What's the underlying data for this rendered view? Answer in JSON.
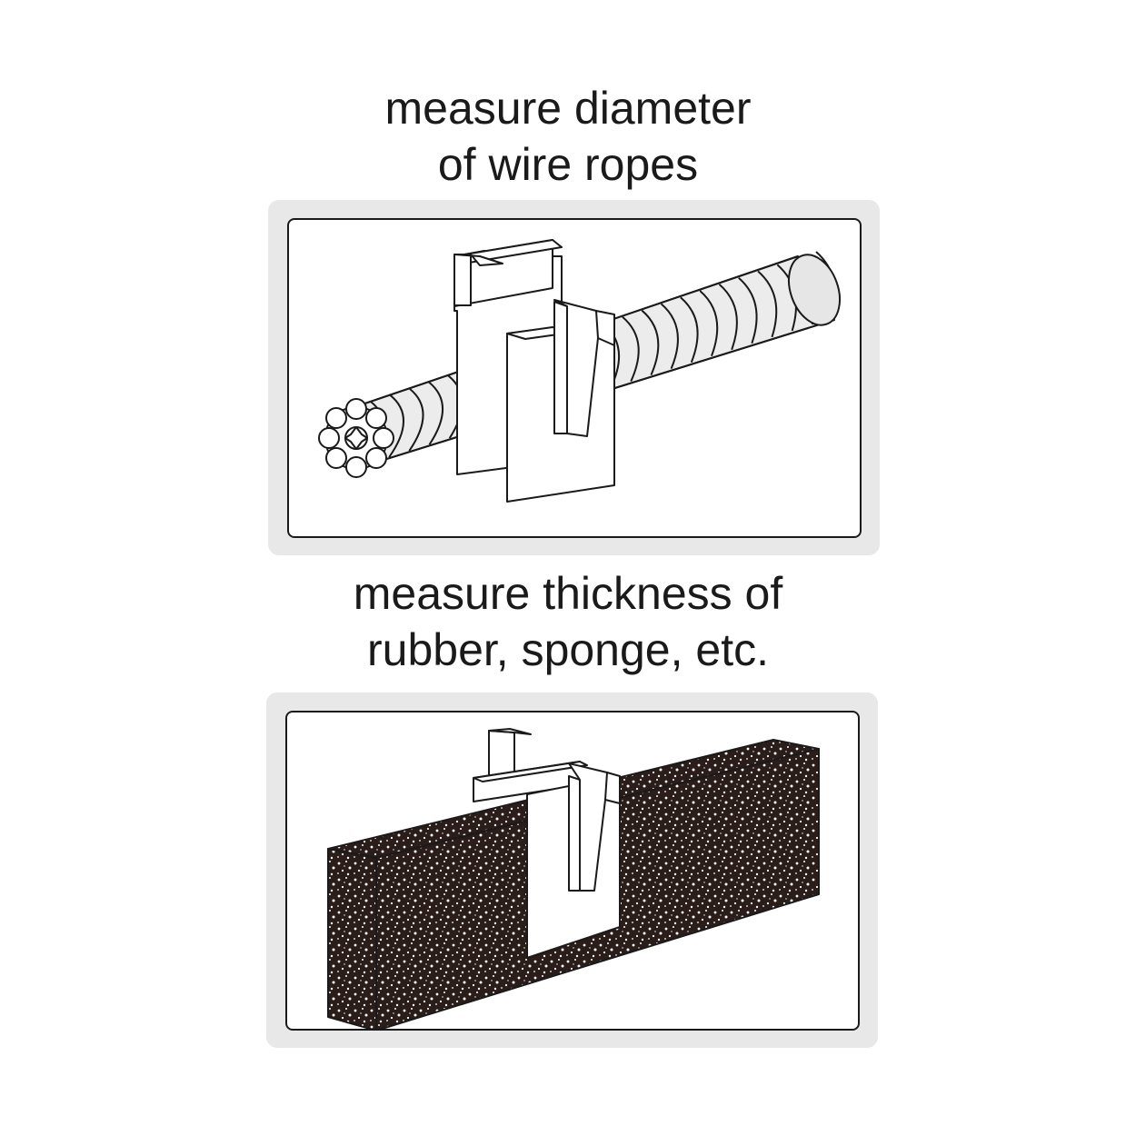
{
  "sections": [
    {
      "caption_lines": [
        "measure diameter",
        "of wire ropes"
      ],
      "illustration_icon": "gauge-on-wire-rope-icon"
    },
    {
      "caption_lines": [
        "measure thickness of",
        "rubber, sponge, etc."
      ],
      "illustration_icon": "gauge-on-sponge-block-icon"
    }
  ],
  "colors": {
    "ink": "#1a1a1a",
    "panel_frame": "#e8e8e8",
    "rope_fill": "#e6e6e6",
    "sponge_fill": "#2b1d19"
  }
}
